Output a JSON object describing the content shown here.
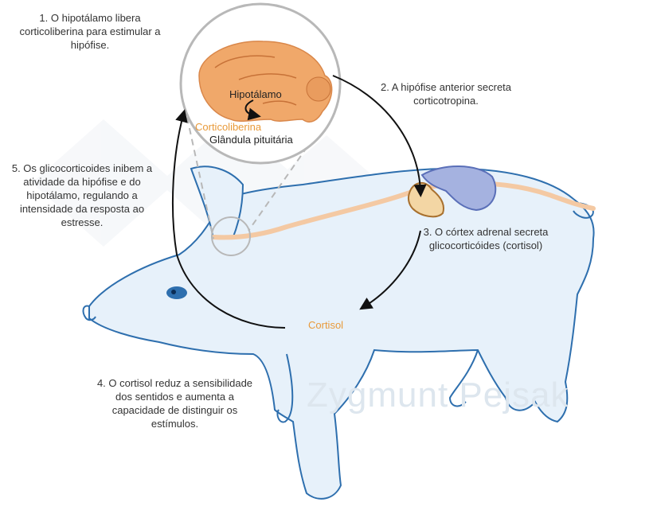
{
  "steps": {
    "step1": "1. O hipotálamo libera corticoliberina para estimular a hipófise.",
    "step2": "2. A hipófise anterior secreta corticotropina.",
    "step3": "3. O córtex adrenal secreta glicocorticóides (cortisol)",
    "step4": "4. O cortisol reduz a sensibilidade dos sentidos e aumenta a capacidade de distinguir os estímulos.",
    "step5": "5. Os glicocorticoides inibem a atividade da hipófise e do hipotálamo, regulando a intensidade da resposta ao estresse."
  },
  "brain": {
    "hypothalamus": "Hipotálamo",
    "corticoliberin": "Corticoliberina",
    "pituitary": "Glândula pituitária"
  },
  "cortisol_label": "Cortisol",
  "watermark": "Zygmunt Pejsak",
  "colors": {
    "outline": "#2e6fae",
    "body_fill": "#e7f1fa",
    "brain": "#f0a86a",
    "brain_dark": "#d9874a",
    "adrenal": "#f3d6a4",
    "adrenal_edge": "#a8702e",
    "kidney": "#a5b2e0",
    "kidney_edge": "#5a6fb8",
    "path": "#f4c9a3",
    "accent_text": "#e89a3a"
  }
}
